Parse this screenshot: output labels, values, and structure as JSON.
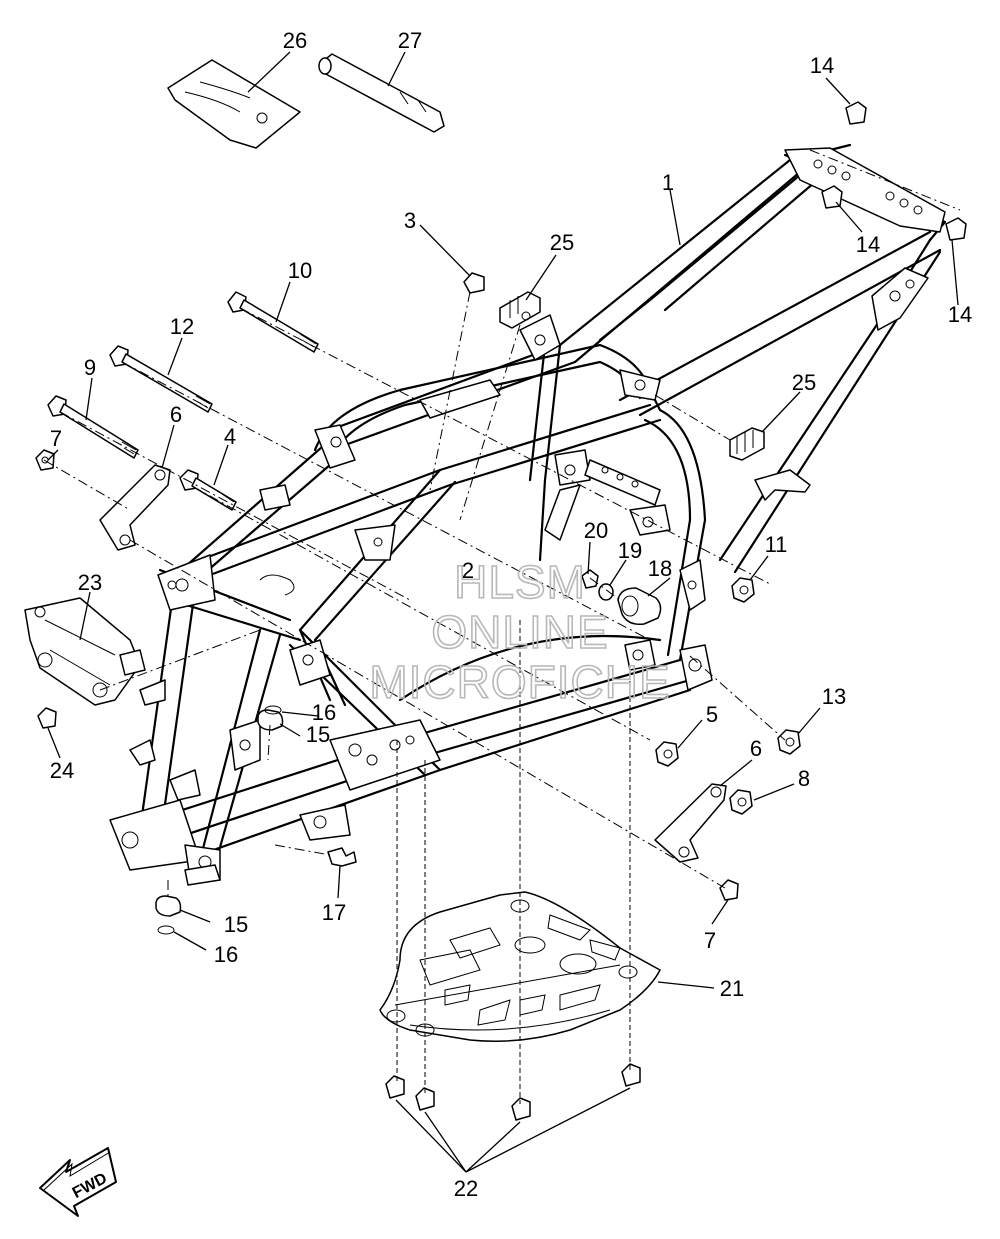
{
  "diagram": {
    "watermark": {
      "line1": "HLSM",
      "line2": "ONLINE",
      "line3": "MICROFICHE"
    },
    "direction_badge": "FWD",
    "callouts": {
      "c1": "1",
      "c2": "2",
      "c3": "3",
      "c4": "4",
      "c5": "5",
      "c6a": "6",
      "c6b": "6",
      "c7a": "7",
      "c7b": "7",
      "c8": "8",
      "c9": "9",
      "c10": "10",
      "c11": "11",
      "c12": "12",
      "c13": "13",
      "c14a": "14",
      "c14b": "14",
      "c14c": "14",
      "c15a": "15",
      "c15b": "15",
      "c16a": "16",
      "c16b": "16",
      "c17": "17",
      "c18": "18",
      "c19": "19",
      "c20": "20",
      "c21": "21",
      "c22": "22",
      "c23": "23",
      "c24": "24",
      "c25a": "25",
      "c25b": "25",
      "c26": "26",
      "c27": "27"
    }
  }
}
